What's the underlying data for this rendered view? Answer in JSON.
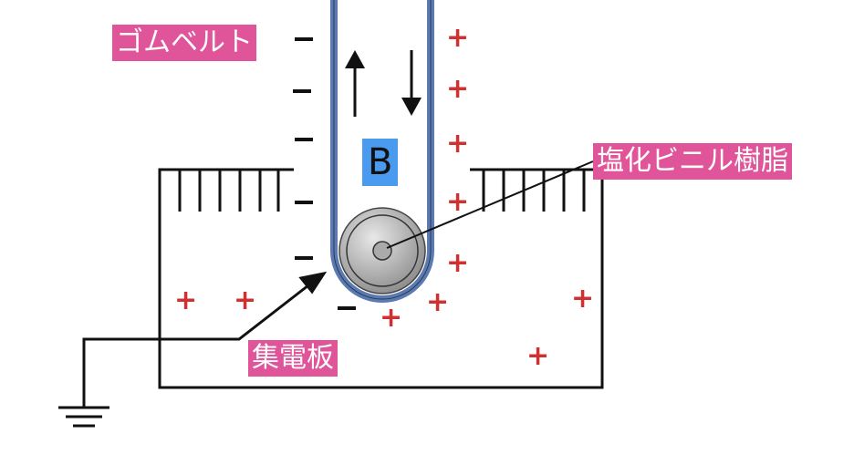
{
  "labels": {
    "rubber_belt": "ゴムベルト",
    "pvc": "塩化ビニル樹脂",
    "collector": "集電板",
    "belt_marker": "B"
  },
  "colors": {
    "label_bg": "#e0559a",
    "marker_bg": "#4a9bef",
    "belt": "#5a7ab0",
    "plus": "#d03030"
  },
  "charges": {
    "minus": "−",
    "plus": "+"
  }
}
